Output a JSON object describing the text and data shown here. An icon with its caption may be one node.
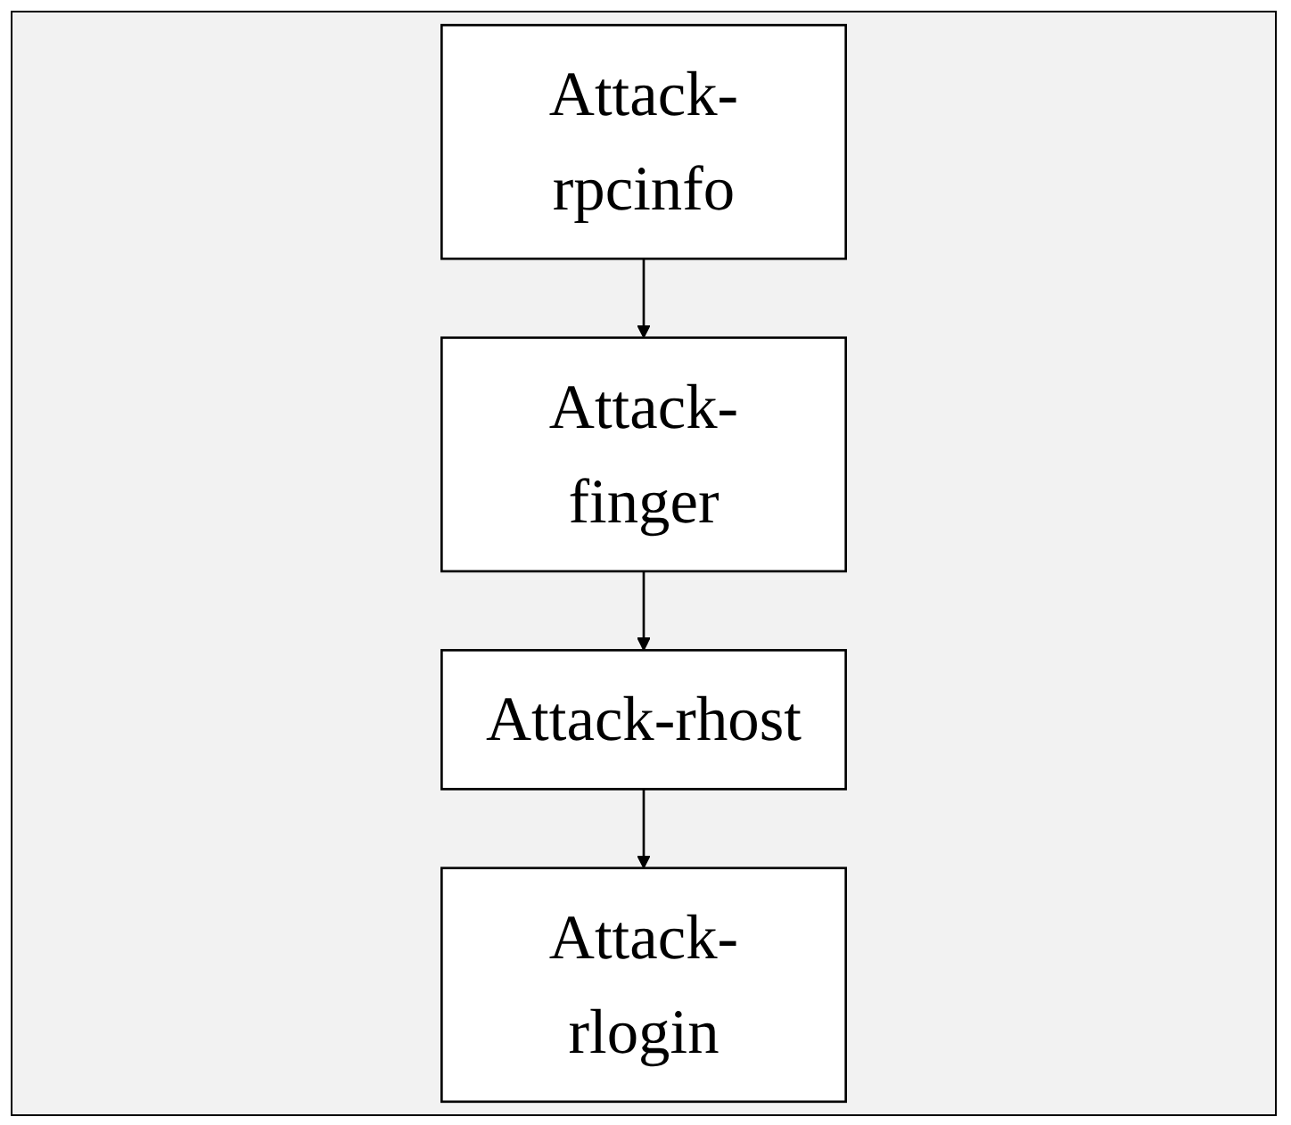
{
  "diagram": {
    "nodes": [
      {
        "text": [
          "Attack-rpcinfo"
        ]
      },
      {
        "text": [
          "Attack-finger"
        ]
      },
      {
        "text": [
          "Attack-rhost"
        ]
      },
      {
        "text": [
          "Attack-rlogin"
        ]
      }
    ],
    "edges": [
      {
        "from": 0,
        "to": 1,
        "arrow": "to"
      },
      {
        "from": 1,
        "to": 2,
        "arrow": "to"
      },
      {
        "from": 2,
        "to": 3,
        "arrow": "to"
      }
    ]
  }
}
